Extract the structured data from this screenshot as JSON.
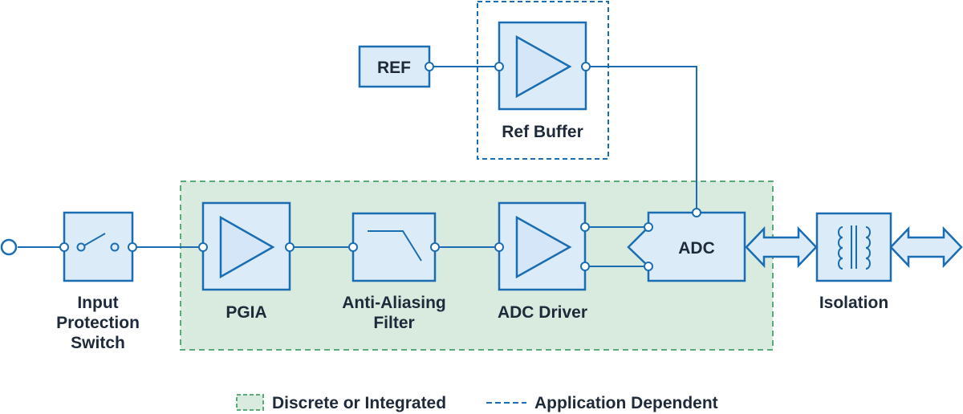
{
  "blocks": {
    "ref": "REF",
    "ref_buffer": "Ref Buffer",
    "input_protection_switch": [
      "Input",
      "Protection",
      "Switch"
    ],
    "pgia": "PGIA",
    "anti_aliasing_filter": [
      "Anti-Aliasing",
      "Filter"
    ],
    "adc_driver": "ADC Driver",
    "adc": "ADC",
    "isolation": "Isolation"
  },
  "legend": {
    "discrete_or_integrated": "Discrete or Integrated",
    "application_dependent": "Application Dependent"
  },
  "colors": {
    "stroke_blue": "#1b6db3",
    "block_fill": "#dcebf8",
    "green_region_fill": "#d9eadf",
    "green_region_stroke": "#5aaa7a",
    "text": "#1e2a3a"
  }
}
